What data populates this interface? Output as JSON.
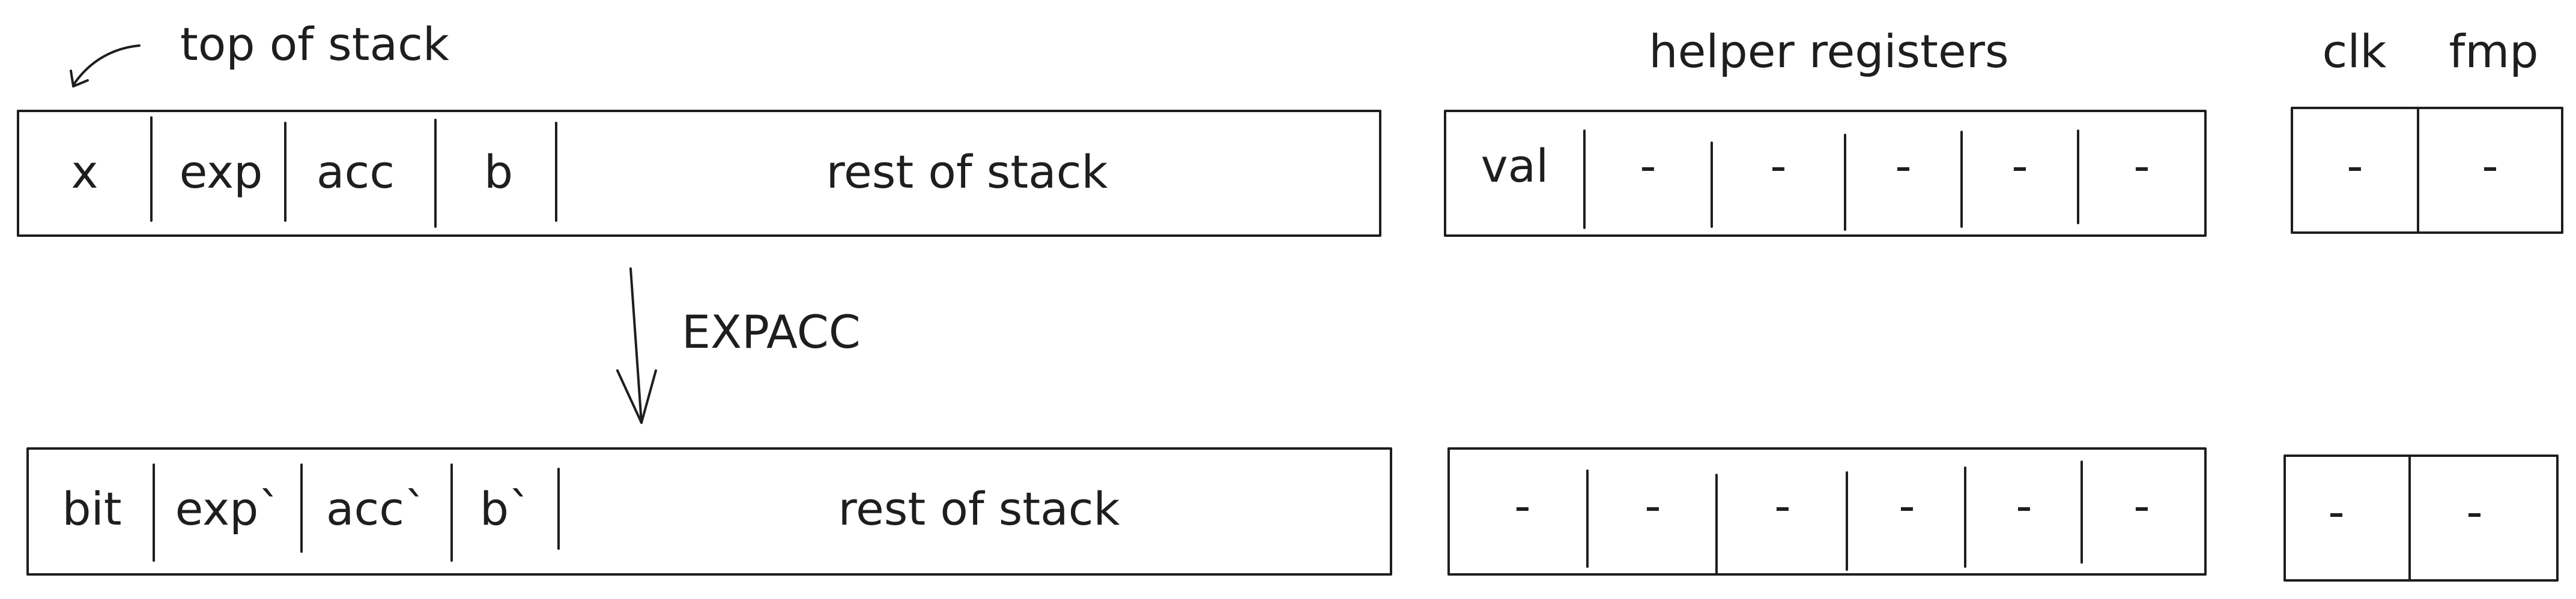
{
  "annotations": {
    "top_of_stack": "top of stack",
    "helper_registers": "helper registers",
    "clk": "clk",
    "fmp": "fmp",
    "instruction": "EXPACC"
  },
  "before": {
    "stack_cells": [
      "x",
      "exp",
      "acc",
      "b"
    ],
    "rest": "rest of stack",
    "helper_cells": [
      "val",
      "-",
      "-",
      "-",
      "-",
      "-"
    ],
    "clk": "-",
    "fmp": "-"
  },
  "after": {
    "stack_cells": [
      "bit",
      "exp`",
      "acc`",
      "b`"
    ],
    "rest": "rest of stack",
    "helper_cells": [
      "-",
      "-",
      "-",
      "-",
      "-",
      "-"
    ],
    "clk": "-",
    "fmp": "-"
  }
}
